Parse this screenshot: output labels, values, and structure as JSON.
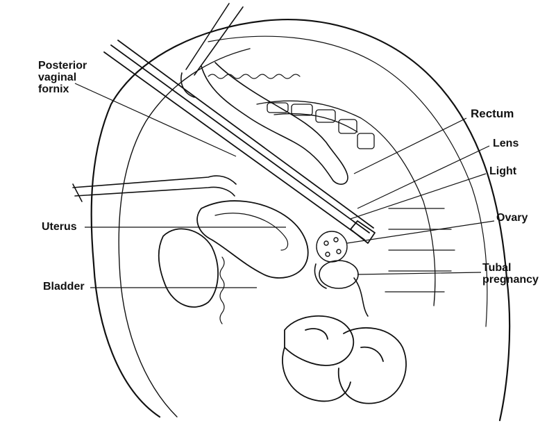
{
  "labels": {
    "posterior_vaginal_fornix": [
      "Posterior",
      "vaginal",
      "fornix"
    ],
    "rectum": "Rectum",
    "lens": "Lens",
    "light": "Light",
    "ovary": "Ovary",
    "uterus": "Uterus",
    "tubal_pregnancy": [
      "Tubal",
      "pregnancy"
    ],
    "bladder": "Bladder"
  },
  "colors": {
    "ink": "#111111",
    "background": "#ffffff"
  }
}
